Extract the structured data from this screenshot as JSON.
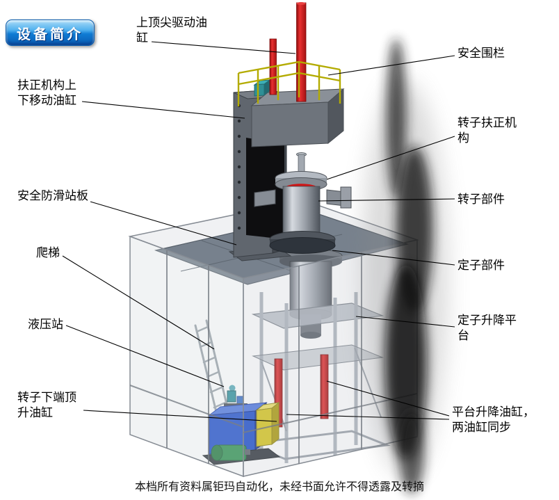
{
  "badge": {
    "label": "设备简介"
  },
  "labels": {
    "top_spindle_cylinder": "上顶尖驱动油缸",
    "safety_fence": "安全围栏",
    "righting_mech_cylinder": "扶正机构上下移动油缸",
    "rotor_righting_mech": "转子扶正机构",
    "anti_slip_platform": "安全防滑站板",
    "rotor_part": "转子部件",
    "ladder": "爬梯",
    "stator_part": "定子部件",
    "hydraulic_station": "液压站",
    "stator_lift_platform": "定子升降平台",
    "rotor_bottom_jack_cylinder": "转子下端顶升油缸",
    "platform_lift_cylinders": "平台升降油缸，两油缸同步"
  },
  "footer": {
    "text": "本档所有资料属钜玛自动化，未经书面允许不得透露及转摘"
  },
  "colors": {
    "badge_blue": "#0a6fc8",
    "cylinder_red": "#cc1111",
    "railing_yellow": "#b3ab00",
    "hydraulic_blue": "#2050cc",
    "platform_gray": "#77818d",
    "smudge_black": "#141414"
  }
}
